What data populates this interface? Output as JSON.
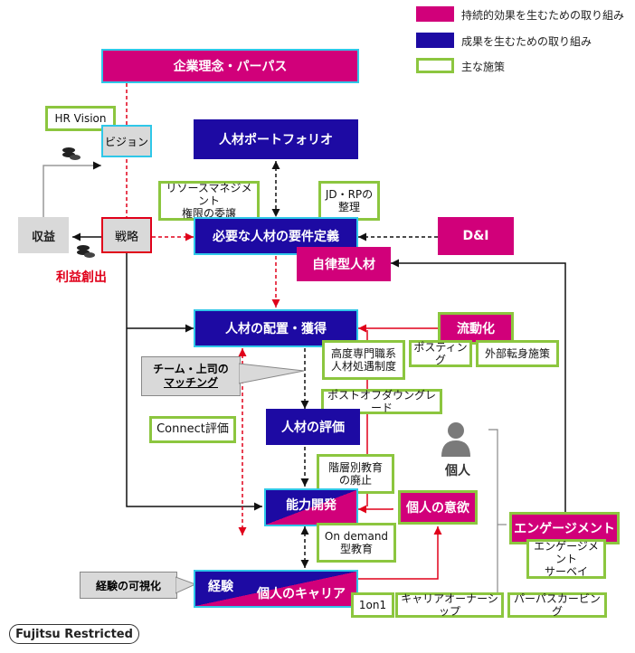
{
  "legend": {
    "sustain": "持続的効果を生むための取り組み",
    "result": "成果を生むための取り組み",
    "main": "主な施策"
  },
  "nodes": {
    "philosophy": "企業理念・パーパス",
    "hr_vision": "HR Vision",
    "vision": "ビジョン",
    "strategy": "戦略",
    "revenue": "収益",
    "profit": "利益創出",
    "portfolio": "人材ポートフォリオ",
    "resource_line1": "リソースマネジメント",
    "resource_line2": "権限の委譲",
    "jd_line1": "JD・RPの",
    "jd_line2": "整理",
    "requirements": "必要な人材の要件定義",
    "di": "D&I",
    "autonomous": "自律型人材",
    "placement": "人材の配置・獲得",
    "mobility": "流動化",
    "posting": "ポスティング",
    "external": "外部転身施策",
    "specialist_line1": "高度専門職系",
    "specialist_line2": "人材処遇制度",
    "team_match_line1": "チーム・上司の",
    "team_match_line2": "マッチング",
    "post_off": "ポストオフダウングレード",
    "connect": "Connect評価",
    "evaluation": "人材の評価",
    "person": "個人",
    "tier_line1": "階層別教育",
    "tier_line2": "の廃止",
    "development": "能力開発",
    "motivation": "個人の意欲",
    "engagement": "エンゲージメント",
    "survey_line1": "エンゲージメント",
    "survey_line2": "サーベイ",
    "ondemand_line1": "On demand",
    "ondemand_line2": "型教育",
    "visualize": "経験の可視化",
    "experience": "経験",
    "career": "個人のキャリア",
    "one_on_one": "1on1",
    "career_owner": "キャリアオーナーシップ",
    "purpose_carving": "パーパスカービング",
    "restricted": "Fujitsu Restricted"
  }
}
